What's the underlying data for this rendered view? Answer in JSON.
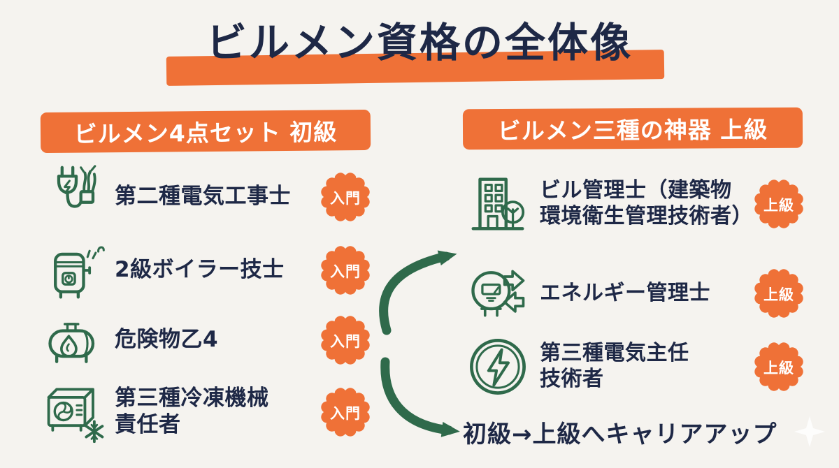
{
  "title": "ビルメン資格の全体像",
  "colors": {
    "bg": "#F5F3EF",
    "orange": "#EF7137",
    "navy": "#1E2846",
    "green": "#2F6A4B",
    "white": "#FFFFFF"
  },
  "left": {
    "header": "ビルメン4点セット 初級",
    "items": [
      {
        "icon": "electric-plug-icon",
        "lines": [
          "第二種電気工事士"
        ],
        "badge": "入門"
      },
      {
        "icon": "boiler-icon",
        "lines": [
          "2級ボイラー技士"
        ],
        "badge": "入門"
      },
      {
        "icon": "fuel-tank-icon",
        "lines": [
          "危険物乙4"
        ],
        "badge": "入門"
      },
      {
        "icon": "ac-unit-icon",
        "lines": [
          "第三種冷凍機械",
          "責任者"
        ],
        "badge": "入門"
      }
    ]
  },
  "right": {
    "header": "ビルメン三種の神器 上級",
    "items": [
      {
        "icon": "building-icon",
        "lines": [
          "ビル管理士（建築物",
          "環境衛生管理技術者）"
        ],
        "badge": "上級"
      },
      {
        "icon": "energy-meter-icon",
        "lines": [
          "エネルギー管理士"
        ],
        "badge": "上級"
      },
      {
        "icon": "bolt-circle-icon",
        "lines": [
          "第三種電気主任",
          "技術者"
        ],
        "badge": "上級"
      }
    ]
  },
  "footer": {
    "label": "初級→上級へキャリアアップ",
    "arrows": [
      "curved-arrow-up-icon",
      "curved-arrow-down-icon"
    ]
  }
}
